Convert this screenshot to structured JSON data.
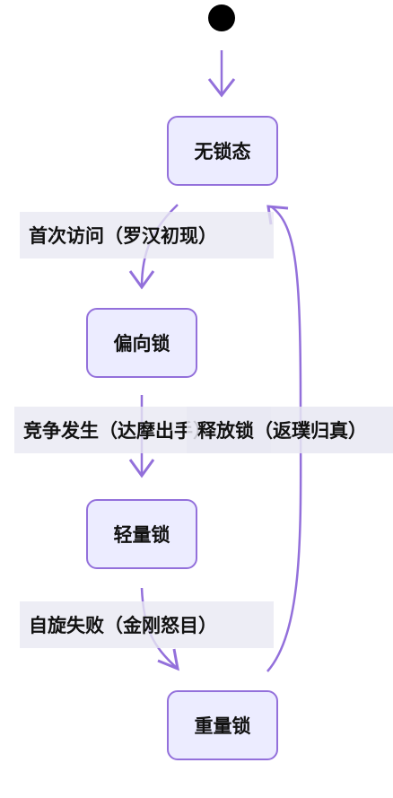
{
  "diagram": {
    "type": "state",
    "colors": {
      "node_fill": "#ececff",
      "node_border": "#9370db",
      "edge": "#9370db",
      "label_bg": "#e8e8f2"
    },
    "states": [
      {
        "id": "none",
        "label": "无锁态"
      },
      {
        "id": "biased",
        "label": "偏向锁"
      },
      {
        "id": "lightweight",
        "label": "轻量锁"
      },
      {
        "id": "heavyweight",
        "label": "重量锁"
      }
    ],
    "transitions": [
      {
        "from": "start",
        "to": "none",
        "label": ""
      },
      {
        "from": "none",
        "to": "biased",
        "label": "首次访问（罗汉初现）"
      },
      {
        "from": "biased",
        "to": "lightweight",
        "label": "竞争发生（达摩出手）"
      },
      {
        "from": "lightweight",
        "to": "heavyweight",
        "label": "自旋失败（金刚怒目）"
      },
      {
        "from": "heavyweight",
        "to": "none",
        "label": "释放锁（返璞归真）"
      }
    ]
  }
}
